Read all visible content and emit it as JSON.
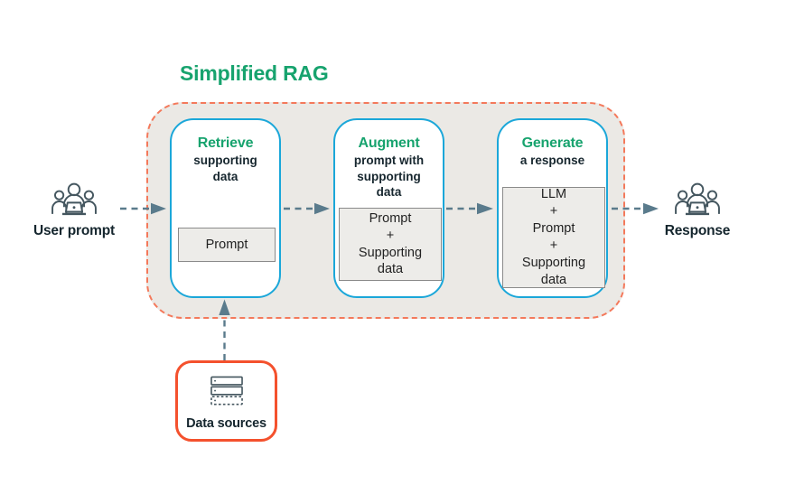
{
  "title": "Simplified RAG",
  "stages": [
    {
      "name": "Retrieve",
      "subtitle": "supporting data",
      "card": [
        "Prompt"
      ]
    },
    {
      "name": "Augment",
      "subtitle": "prompt with supporting data",
      "card": [
        "Prompt",
        "+",
        "Supporting data"
      ]
    },
    {
      "name": "Generate",
      "subtitle": "a response",
      "card": [
        "LLM",
        "+",
        "Prompt",
        "+",
        "Supporting data"
      ]
    }
  ],
  "actors": {
    "user": {
      "label": "User prompt",
      "icon": "people-with-laptop-icon"
    },
    "response": {
      "label": "Response",
      "icon": "people-with-laptop-icon"
    }
  },
  "data_sources": {
    "label": "Data sources",
    "icon": "database-stack-icon"
  },
  "colors": {
    "accent_green": "#17A36E",
    "stage_border_blue": "#1BA7D9",
    "container_dashed_salmon": "#F4795B",
    "container_fill_gray": "#EBE9E5",
    "data_sources_border_orange": "#F4512D",
    "card_fill_gray": "#EDECE9",
    "card_border_gray": "#8A8A8A",
    "arrow_slate": "#5A7B8C",
    "icon_slate": "#44565F",
    "text_dark": "#15262E"
  }
}
